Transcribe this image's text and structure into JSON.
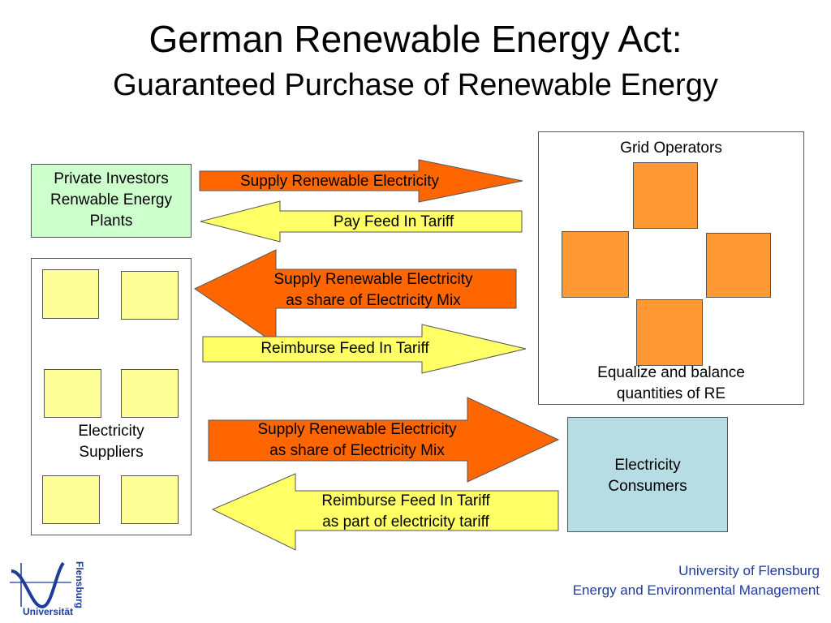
{
  "title": "German Renewable Energy Act:",
  "subtitle": "Guaranteed Purchase of Renewable Energy",
  "nodes": {
    "investors": [
      "Private Investors",
      "Renwable Energy",
      "Plants"
    ],
    "suppliers": [
      "Electricity",
      "Suppliers"
    ],
    "grid_operators": "Grid Operators",
    "grid_caption": [
      "Equalize and balance",
      "quantities of RE"
    ],
    "consumers": [
      "Electricity",
      "Consumers"
    ]
  },
  "arrows": {
    "a1": [
      "Supply Renewable Electricity"
    ],
    "a2": [
      "Pay Feed In Tariff"
    ],
    "a3": [
      "Supply Renewable Electricity",
      "as share of Electricity Mix"
    ],
    "a4": [
      "Reimburse Feed In Tariff"
    ],
    "a5": [
      "Supply Renewable Electricity",
      "as share of Electricity Mix"
    ],
    "a6": [
      "Reimburse Feed In Tariff",
      "as part of electricity tariff"
    ]
  },
  "footer": {
    "line1": "University of Flensburg",
    "line2": "Energy and Environmental Management"
  },
  "logo": {
    "text1": "Universität",
    "text2": "Flensburg",
    "color": "#1f3c9a"
  },
  "colors": {
    "orange_arrow": "#ff6600",
    "yellow_arrow": "#ffff66",
    "green_box": "#ccffcc",
    "blue_box": "#b7dde4",
    "orange_square": "#ff9933",
    "yellow_square": "#ffff99",
    "cycle_arrow": "#b7dde4",
    "footer_text": "#1f3c9a"
  }
}
